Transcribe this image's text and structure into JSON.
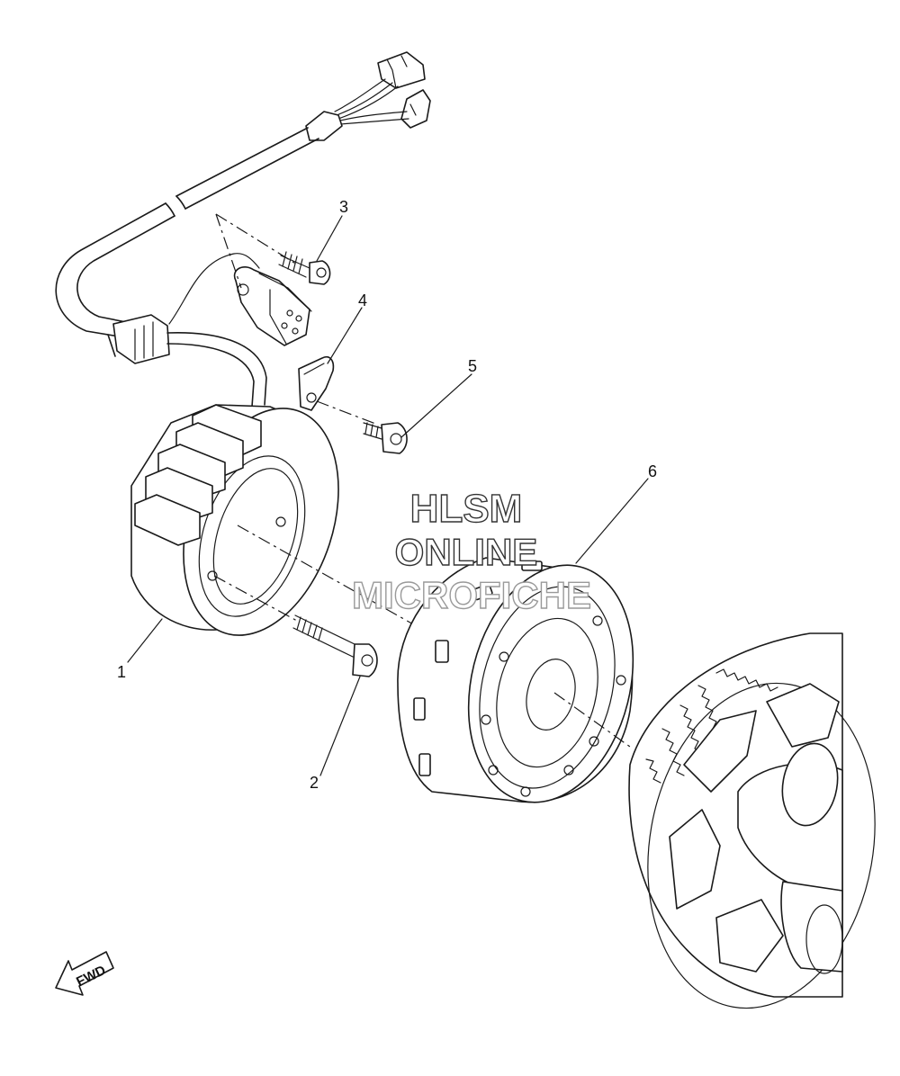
{
  "callouts": [
    {
      "id": "1",
      "label": "1"
    },
    {
      "id": "2",
      "label": "2"
    },
    {
      "id": "3",
      "label": "3"
    },
    {
      "id": "4",
      "label": "4"
    },
    {
      "id": "5",
      "label": "5"
    },
    {
      "id": "6",
      "label": "6"
    }
  ],
  "watermark": {
    "line1": "HLSM",
    "line2": "ONLINE",
    "line3": "MICROFICHE"
  },
  "direction_arrow": {
    "label": "FWD",
    "icon": "fwd-arrow-icon"
  }
}
